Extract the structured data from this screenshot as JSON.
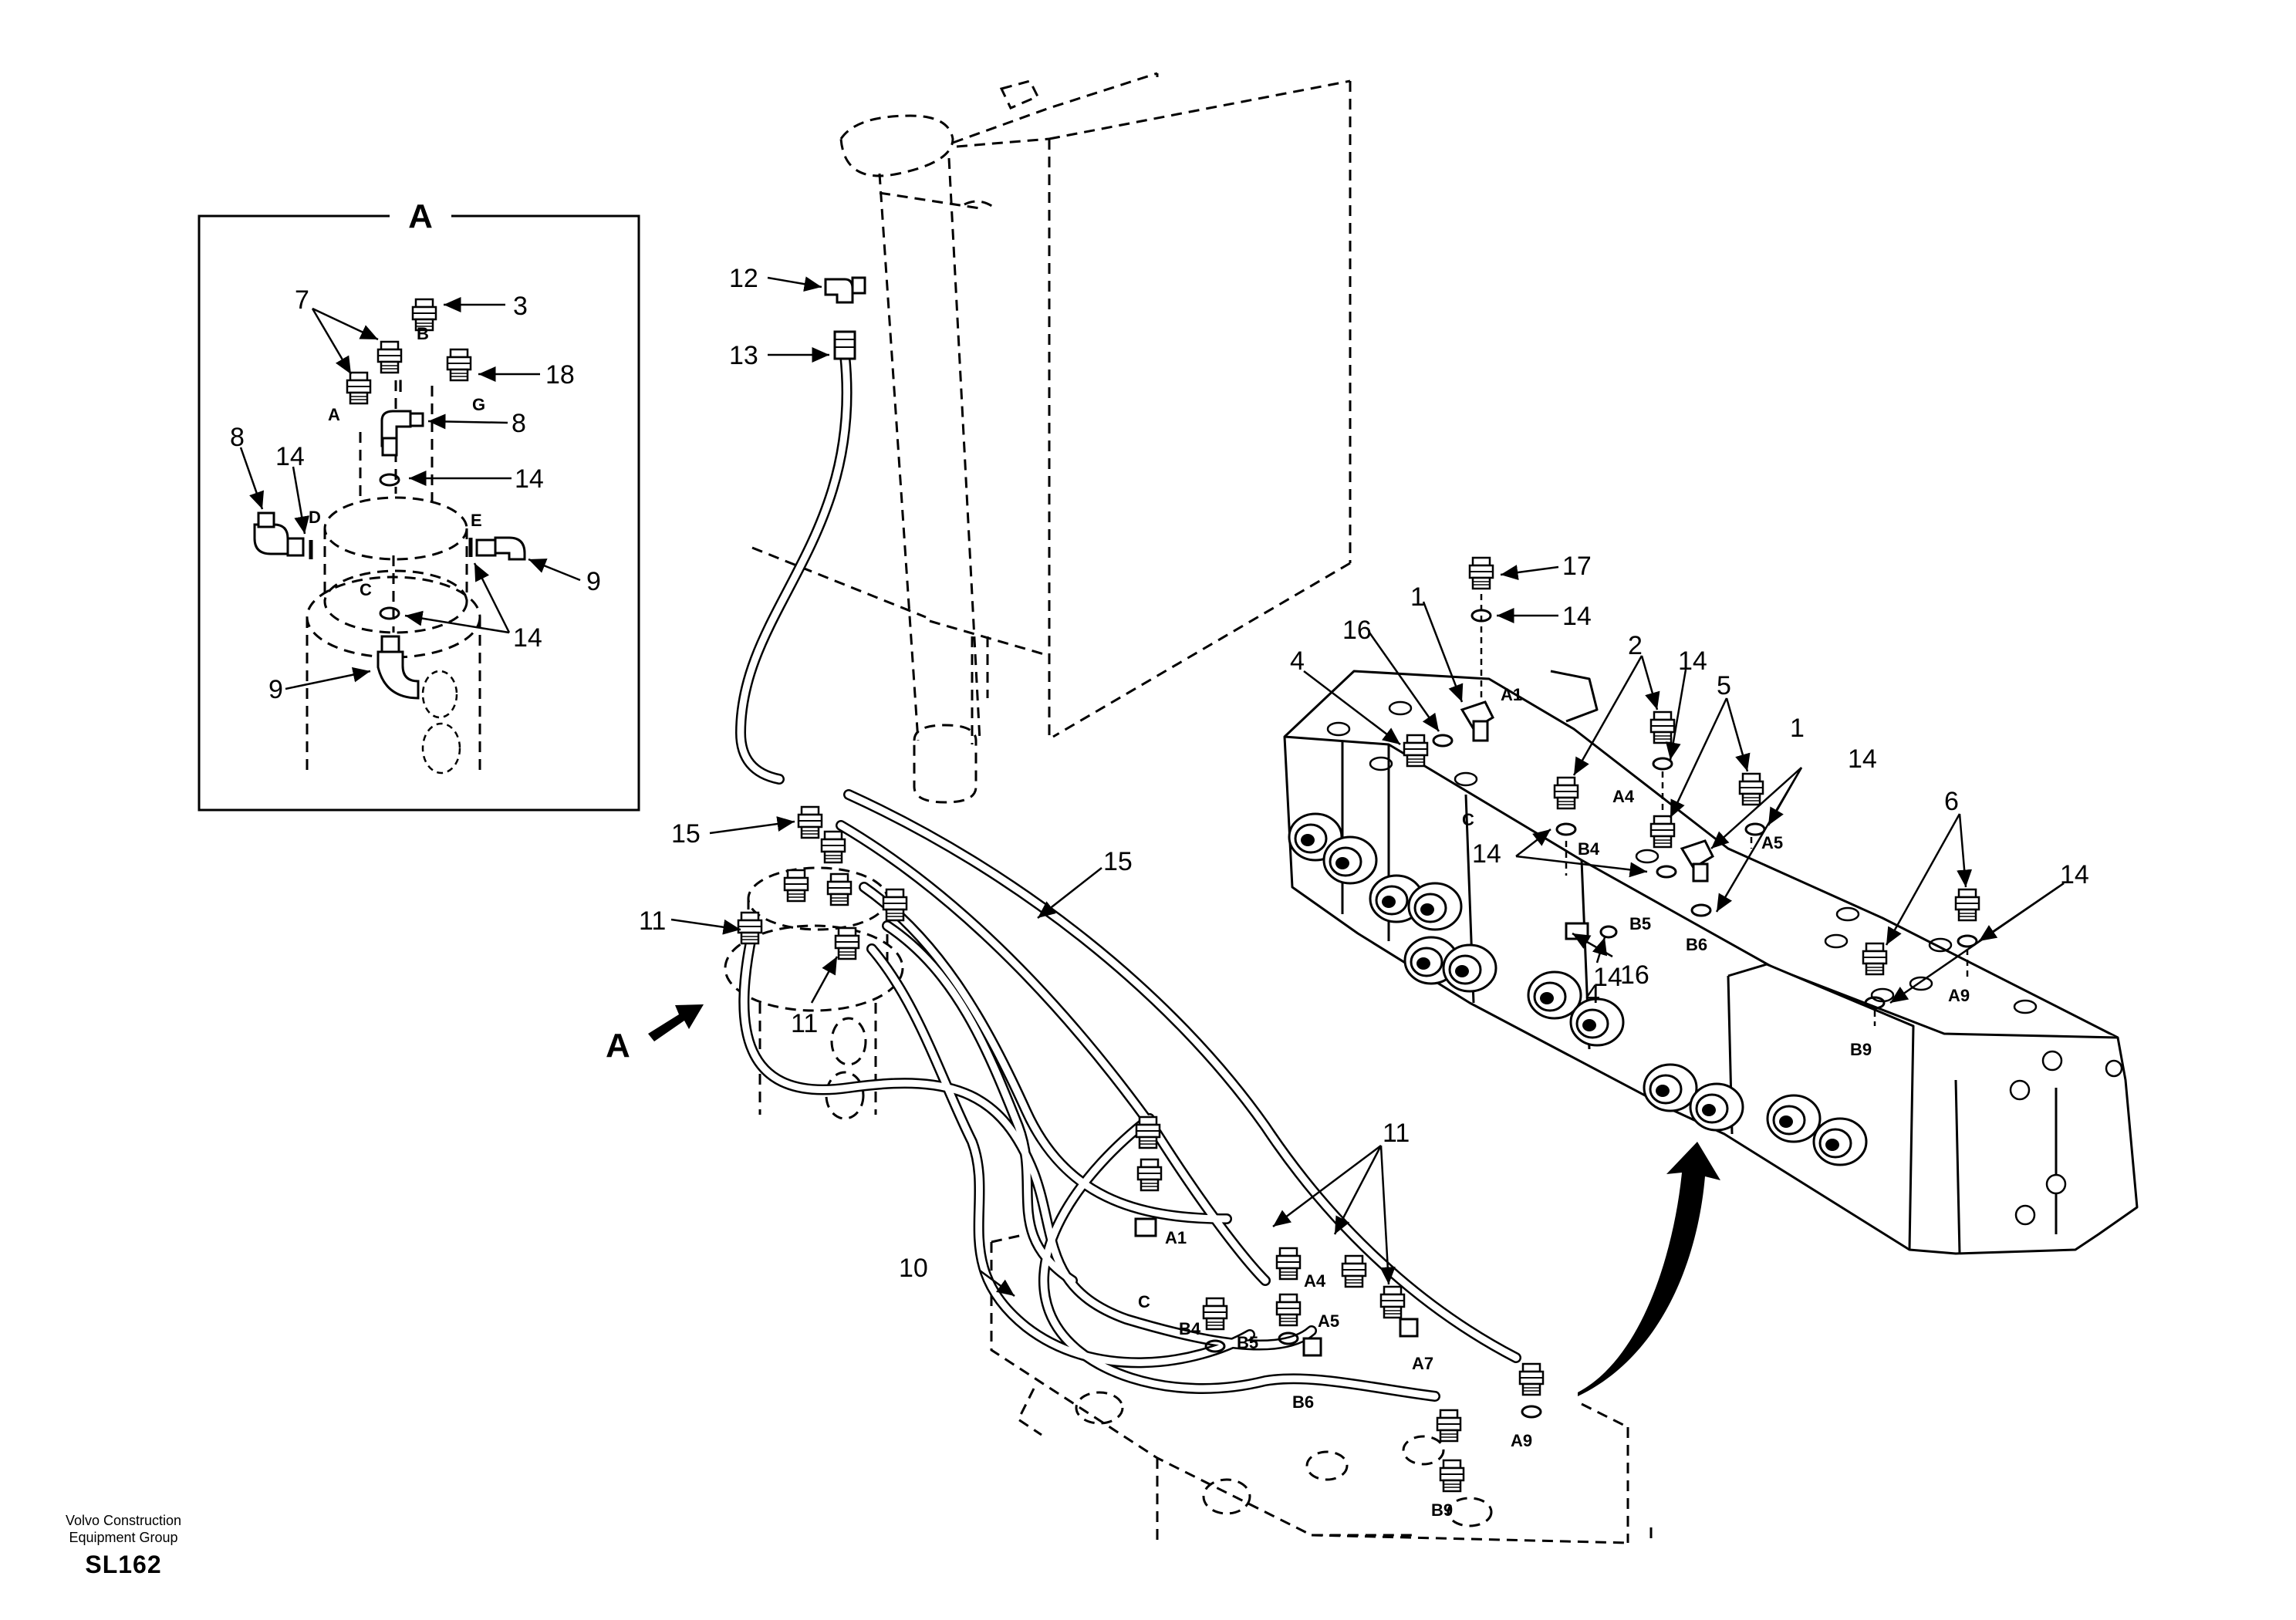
{
  "detail_view": {
    "title": "A",
    "callouts": [
      "7",
      "3",
      "18",
      "8",
      "14",
      "8",
      "14",
      "9",
      "14",
      "9"
    ],
    "ports": [
      "B",
      "I",
      "A",
      "G",
      "D",
      "E",
      "C"
    ]
  },
  "main_view": {
    "view_arrow_label": "A",
    "callouts": [
      "12",
      "13",
      "15",
      "15",
      "11",
      "11",
      "11",
      "10"
    ],
    "ports": [
      "A1",
      "C",
      "A4",
      "B4",
      "B5",
      "A5",
      "B6",
      "A7",
      "A9",
      "B9"
    ]
  },
  "valve_view": {
    "callouts": [
      "17",
      "14",
      "1",
      "16",
      "4",
      "2",
      "14",
      "5",
      "1",
      "14",
      "14",
      "14",
      "16",
      "4",
      "6",
      "14"
    ],
    "ports": [
      "A1",
      "C",
      "A4",
      "B4",
      "A5",
      "B5",
      "B6",
      "A9",
      "B9"
    ]
  },
  "footer": {
    "company_line1": "Volvo Construction",
    "company_line2": "Equipment Group",
    "code": "SL162"
  }
}
